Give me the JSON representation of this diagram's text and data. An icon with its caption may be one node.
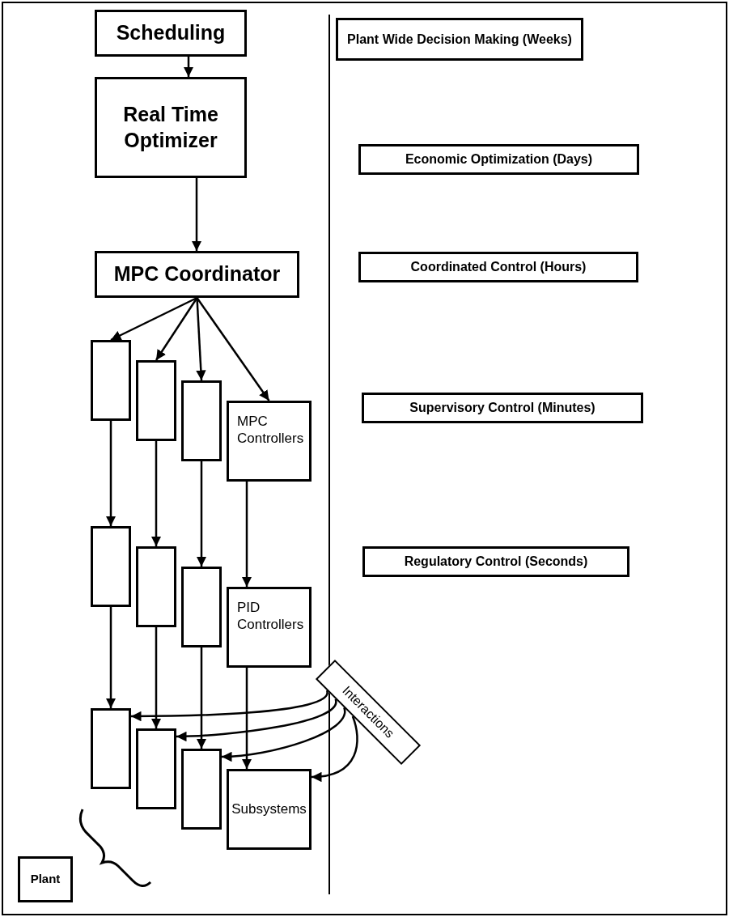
{
  "diagram": {
    "nodes": [
      {
        "text": [
          "Scheduling"
        ]
      },
      {
        "text": [
          "Real Time Optimizer"
        ]
      },
      {
        "text": [
          "MPC Coordinator"
        ]
      },
      {
        "text": [],
        "shape": "box"
      },
      {
        "text": [],
        "shape": "box"
      },
      {
        "text": [],
        "shape": "box"
      },
      {
        "text": [
          "MPC Controllers"
        ]
      },
      {
        "text": [],
        "shape": "box"
      },
      {
        "text": [],
        "shape": "box"
      },
      {
        "text": [],
        "shape": "box"
      },
      {
        "text": [
          "PID Controllers"
        ]
      },
      {
        "text": [],
        "shape": "box"
      },
      {
        "text": [],
        "shape": "box"
      },
      {
        "text": [],
        "shape": "box"
      },
      {
        "text": [
          "Subsystems"
        ]
      },
      {
        "text": [
          "Interactions"
        ]
      },
      {
        "text": [
          "Plant"
        ]
      },
      {
        "text": [
          "Plant Wide Decision Making (Weeks)"
        ]
      },
      {
        "text": [
          "Economic Optimization (Days)"
        ]
      },
      {
        "text": [
          "Coordinated Control (Hours)"
        ]
      },
      {
        "text": [
          "Supervisory Control (Minutes)"
        ]
      },
      {
        "text": [
          "Regulatory Control (Seconds)"
        ]
      }
    ],
    "edges": [
      {
        "from": 0,
        "to": 1,
        "arrow": "to"
      },
      {
        "from": 1,
        "to": 2,
        "arrow": "to"
      },
      {
        "from": 2,
        "to": 3,
        "arrow": "to"
      },
      {
        "from": 2,
        "to": 4,
        "arrow": "to"
      },
      {
        "from": 2,
        "to": 5,
        "arrow": "to"
      },
      {
        "from": 2,
        "to": 6,
        "arrow": "to"
      },
      {
        "from": 3,
        "to": 7,
        "arrow": "to"
      },
      {
        "from": 4,
        "to": 8,
        "arrow": "to"
      },
      {
        "from": 5,
        "to": 9,
        "arrow": "to"
      },
      {
        "from": 6,
        "to": 10,
        "arrow": "to"
      },
      {
        "from": 7,
        "to": 11,
        "arrow": "to"
      },
      {
        "from": 8,
        "to": 12,
        "arrow": "to"
      },
      {
        "from": 9,
        "to": 13,
        "arrow": "to"
      },
      {
        "from": 10,
        "to": 14,
        "arrow": "to"
      },
      {
        "from": 15,
        "to": 11,
        "arrow": "to"
      },
      {
        "from": 15,
        "to": 12,
        "arrow": "to"
      },
      {
        "from": 15,
        "to": 13,
        "arrow": "to"
      },
      {
        "from": 15,
        "to": 14,
        "arrow": "to"
      }
    ]
  }
}
